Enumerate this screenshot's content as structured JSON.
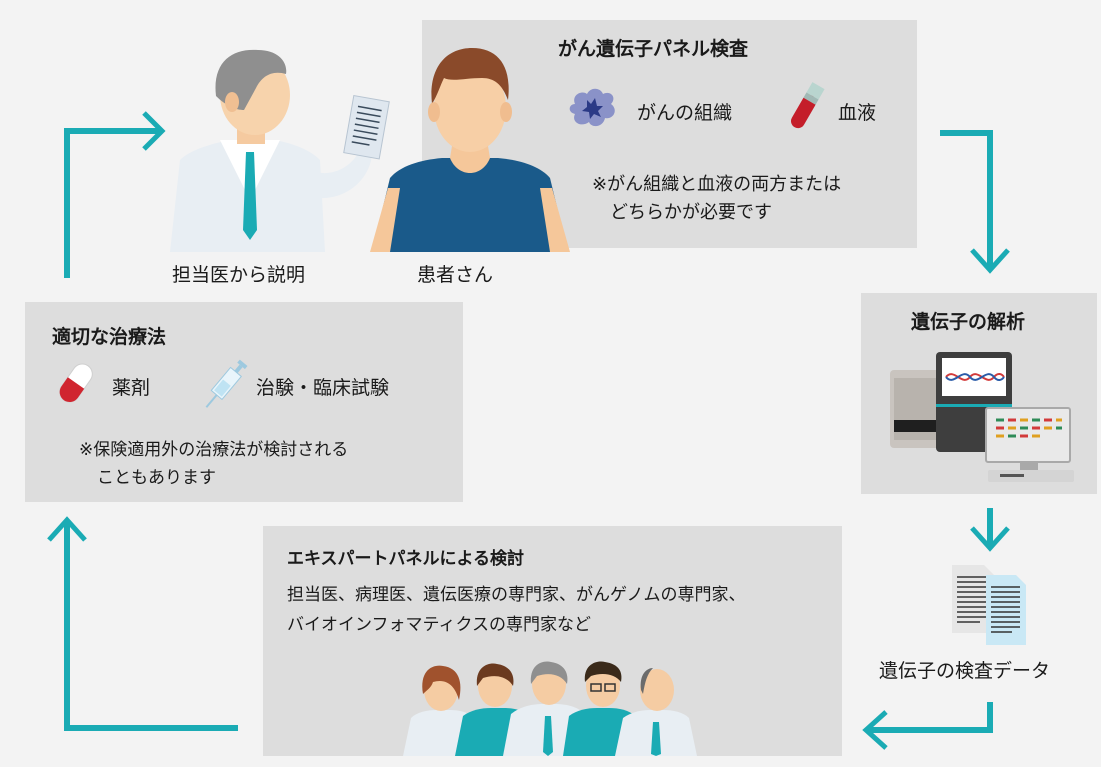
{
  "panel_test": {
    "title": "がん遺伝子パネル検査",
    "item_tissue": "がんの組織",
    "item_blood": "血液",
    "note_line1": "※がん組織と血液の両方または",
    "note_line2": "どちらかが必要です"
  },
  "doctor_label": "担当医から説明",
  "patient_label": "患者さん",
  "analysis": {
    "title": "遺伝子の解析"
  },
  "data_label": "遺伝子の検査データ",
  "expert": {
    "title": "エキスパートパネルによる検討",
    "line1": "担当医、病理医、遺伝医療の専門家、がんゲノムの専門家、",
    "line2": "バイオインフォマティクスの専門家など"
  },
  "treatment": {
    "title": "適切な治療法",
    "item_drug": "薬剤",
    "item_trial": "治験・臨床試験",
    "note_line1": "※保険適用外の治療法が検討される",
    "note_line2": "こともあります"
  },
  "colors": {
    "accent": "#1aabb4",
    "box": "#dddddd",
    "background": "#f3f3f3"
  }
}
